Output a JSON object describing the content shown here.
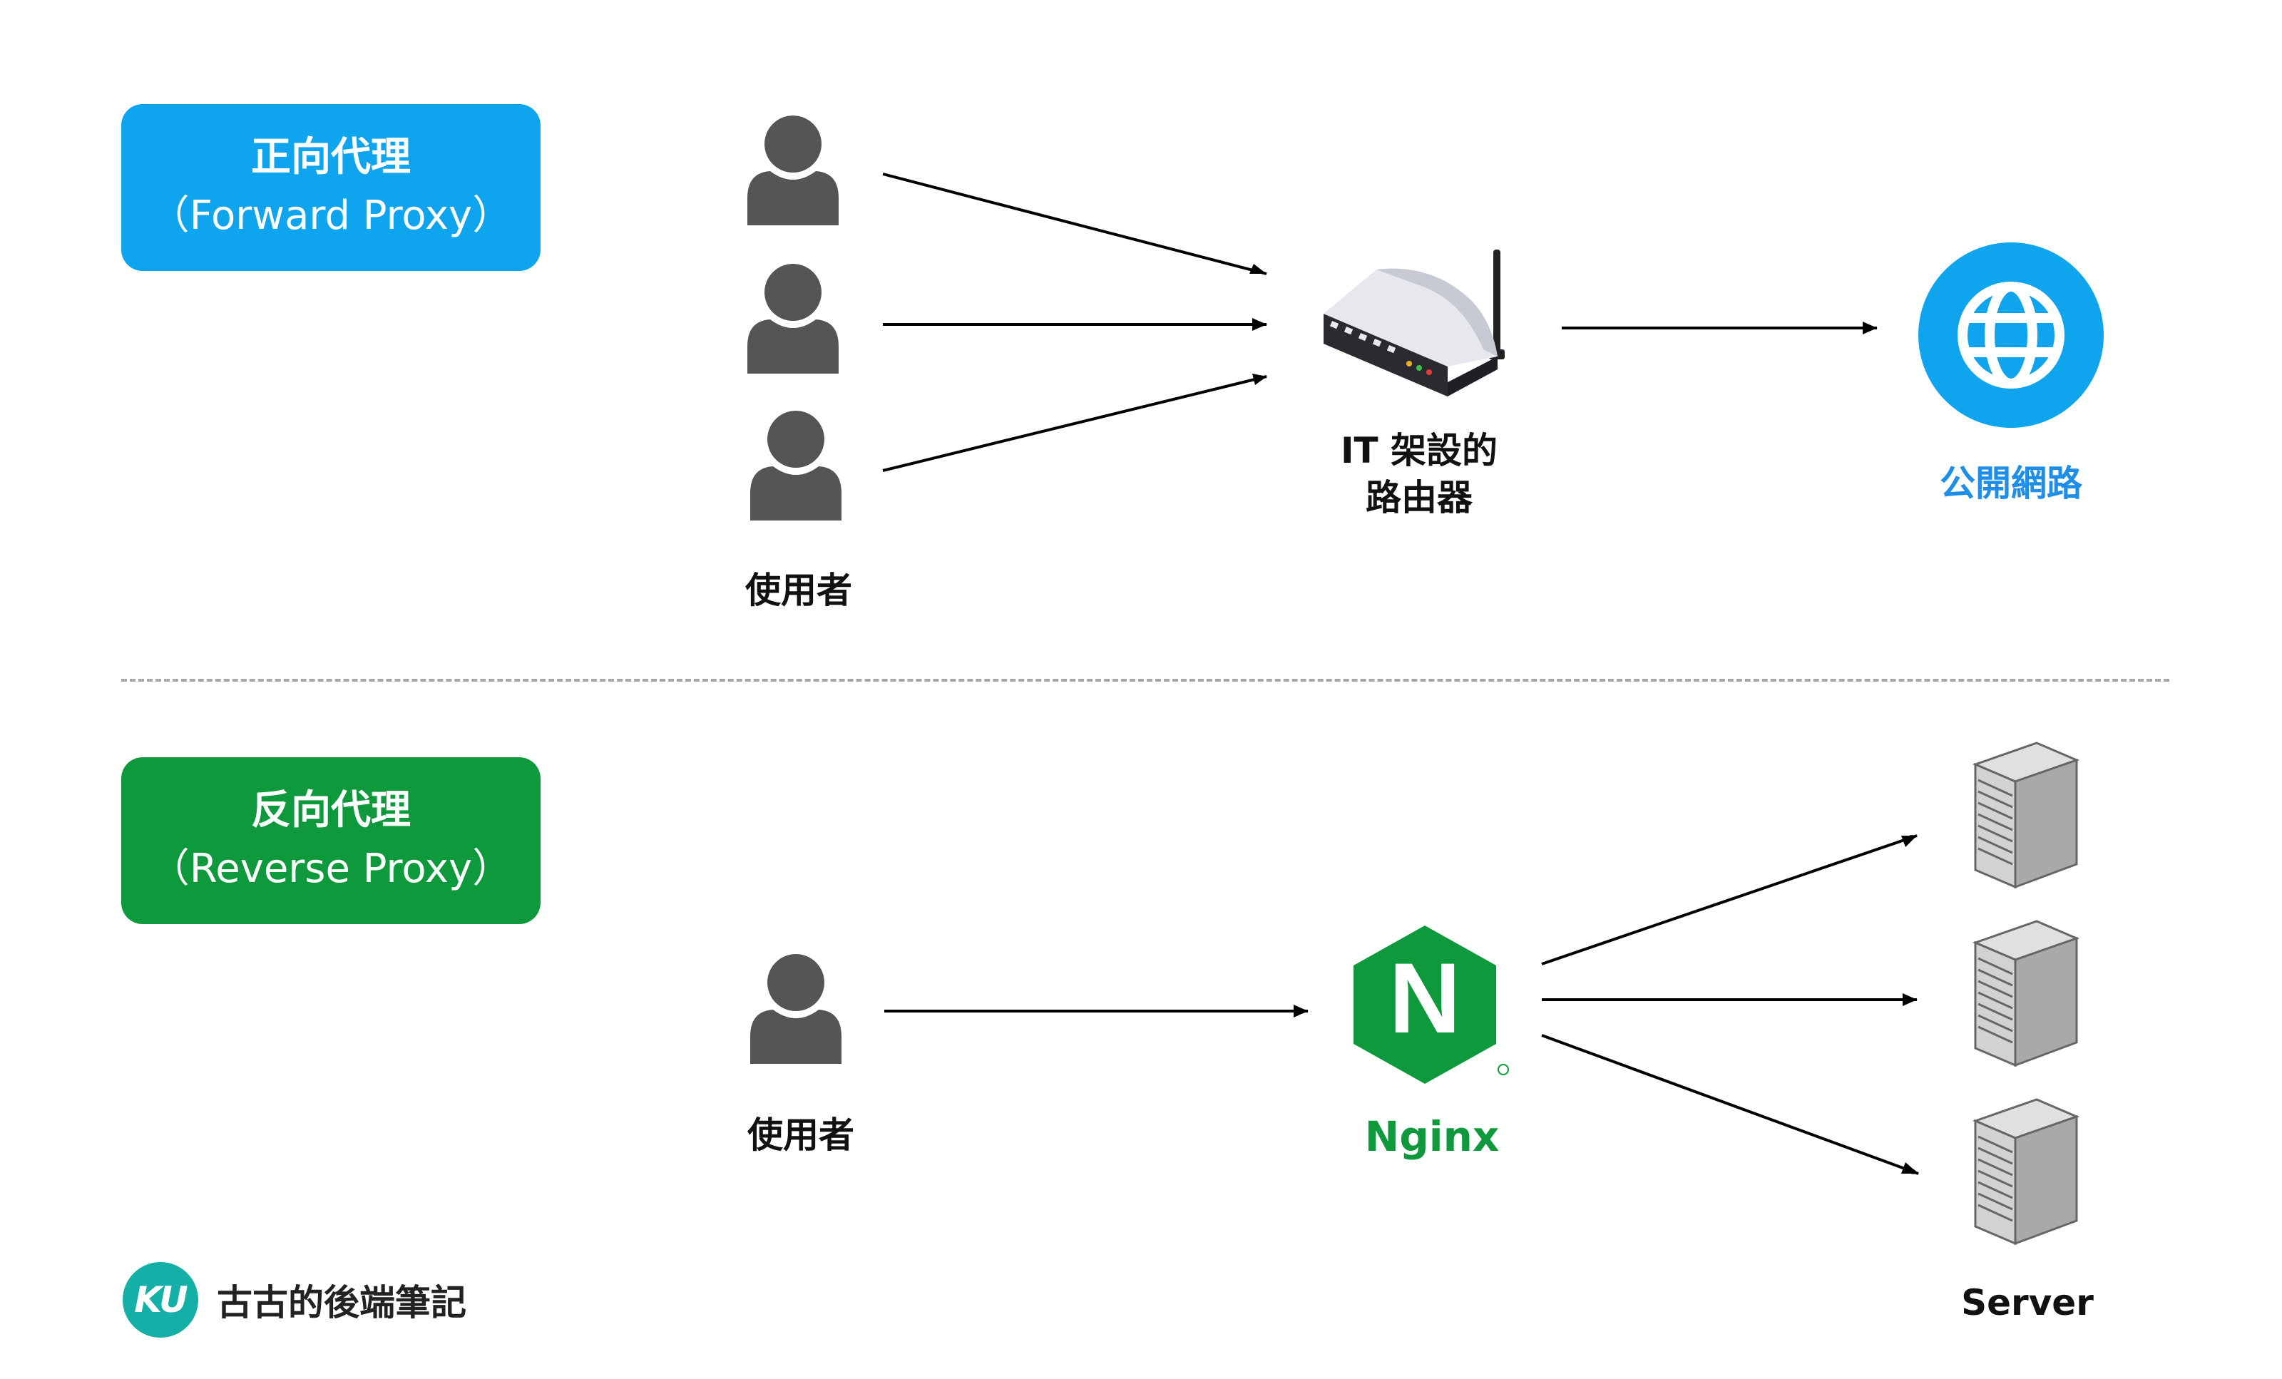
{
  "forward": {
    "title": "正向代理",
    "subtitle": "（Forward Proxy）",
    "users_label": "使用者",
    "router_label_line1": "IT 架設的",
    "router_label_line2": "路由器",
    "internet_label": "公開網路"
  },
  "reverse": {
    "title": "反向代理",
    "subtitle": "（Reverse Proxy）",
    "user_label": "使用者",
    "nginx_label": "Nginx",
    "nginx_logo_letter": "N",
    "servers_label": "Server"
  },
  "brand": {
    "logo_text": "KU",
    "name": "古古的後端筆記"
  },
  "colors": {
    "forward_badge": "#0ea5ee",
    "reverse_badge": "#0e9a3c",
    "internet_blue": "#1e8ee8",
    "nginx_green": "#0e9a3c",
    "user_gray": "#555555",
    "brand_teal": "#14b0a7"
  }
}
